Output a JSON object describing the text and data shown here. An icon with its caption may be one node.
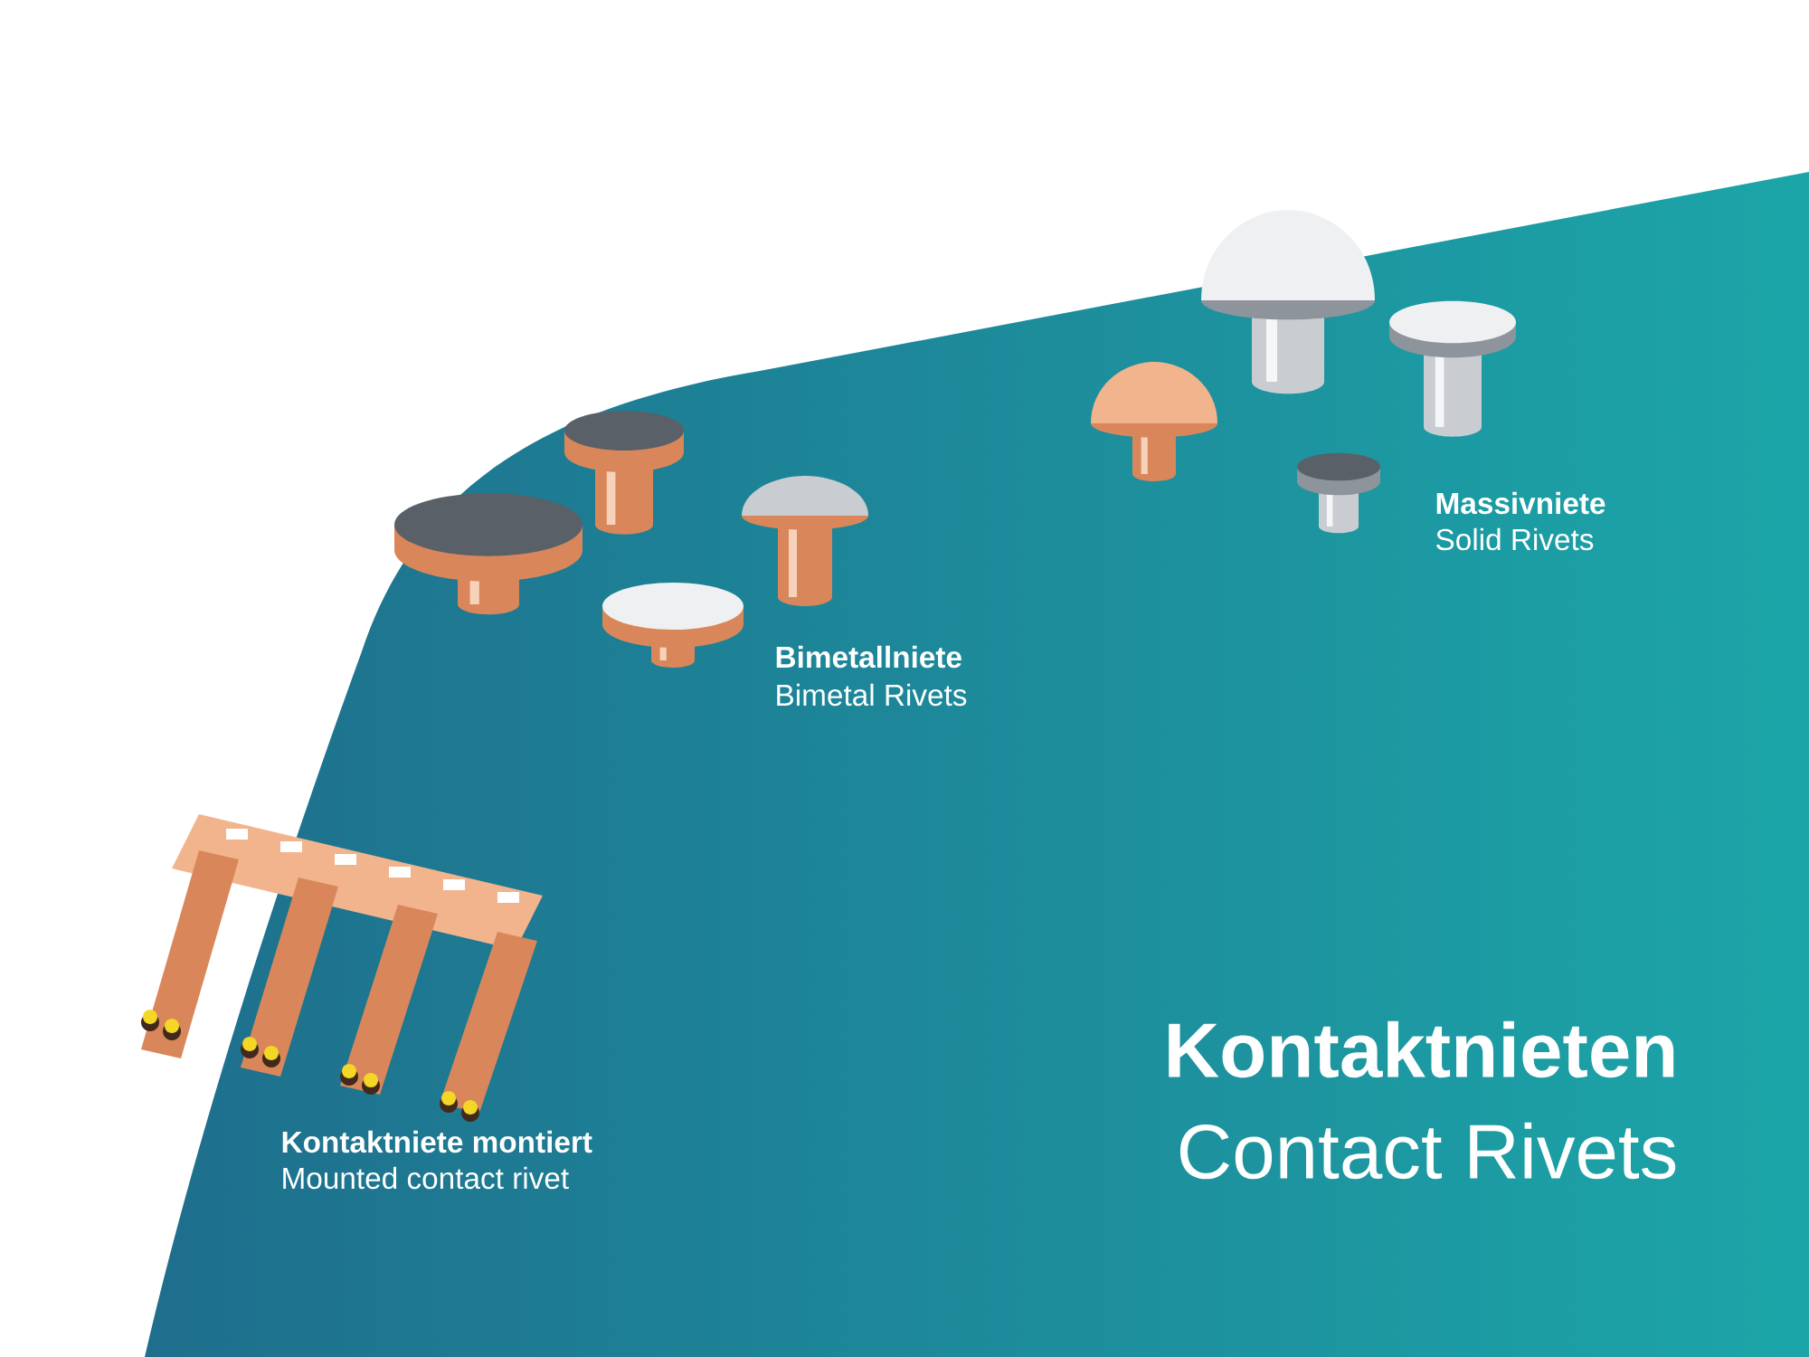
{
  "diagram": {
    "title": "Kontaktnieten",
    "labels": [
      "Contact Rivets",
      "Massivniete",
      "Solid Rivets",
      "Bimetallniete",
      "Bimetal Rivets",
      "Kontaktniete montiert",
      "Mounted contact rivet"
    ]
  }
}
